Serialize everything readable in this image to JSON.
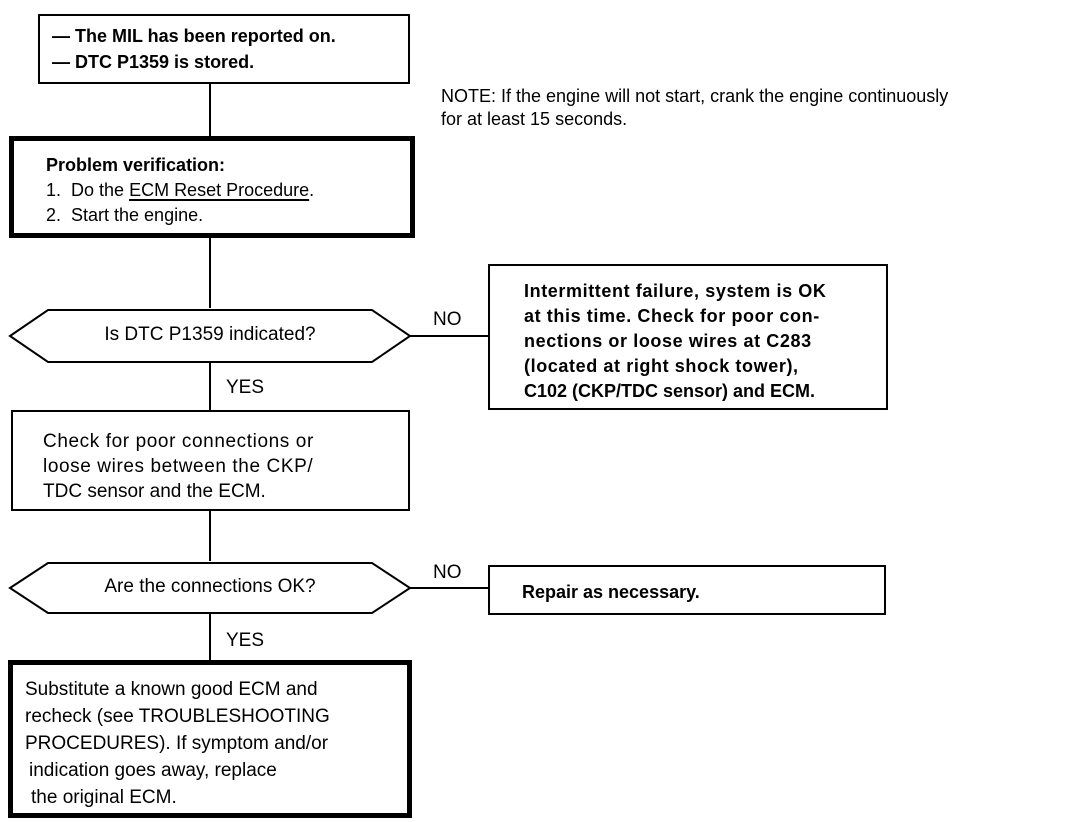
{
  "start_box": {
    "line1": "— The MIL has been reported on.",
    "line2": "— DTC P1359 is stored."
  },
  "note": {
    "line1": "NOTE: If the engine will not start, crank the engine continuously",
    "line2": "for at least 15 seconds."
  },
  "verification_box": {
    "heading": "Problem verification:",
    "step1_prefix": "1.  Do the ",
    "step1_link": "ECM Reset Procedure",
    "step1_suffix": ".",
    "step2": "2.  Start the engine."
  },
  "decision1": {
    "question": "Is DTC P1359 indicated?",
    "no_label": "NO",
    "yes_label": "YES"
  },
  "intermittent_box": {
    "lines": [
      "Intermittent failure, system is OK",
      "at this time. Check for poor con-",
      "nections or loose wires at C283",
      "(located at right shock tower),",
      "C102 (CKP/TDC sensor) and ECM."
    ]
  },
  "check_box": {
    "lines": [
      "Check for poor connections or",
      "loose wires between the CKP/",
      "TDC sensor and the ECM."
    ]
  },
  "decision2": {
    "question": "Are the connections OK?",
    "no_label": "NO",
    "yes_label": "YES"
  },
  "repair_box": {
    "text": "Repair as necessary."
  },
  "final_box": {
    "lines": [
      "Substitute a known good ECM and",
      "recheck (see TROUBLESHOOTING",
      "PROCEDURES). If symptom and/or",
      "indication goes away, replace",
      "the original ECM."
    ]
  }
}
